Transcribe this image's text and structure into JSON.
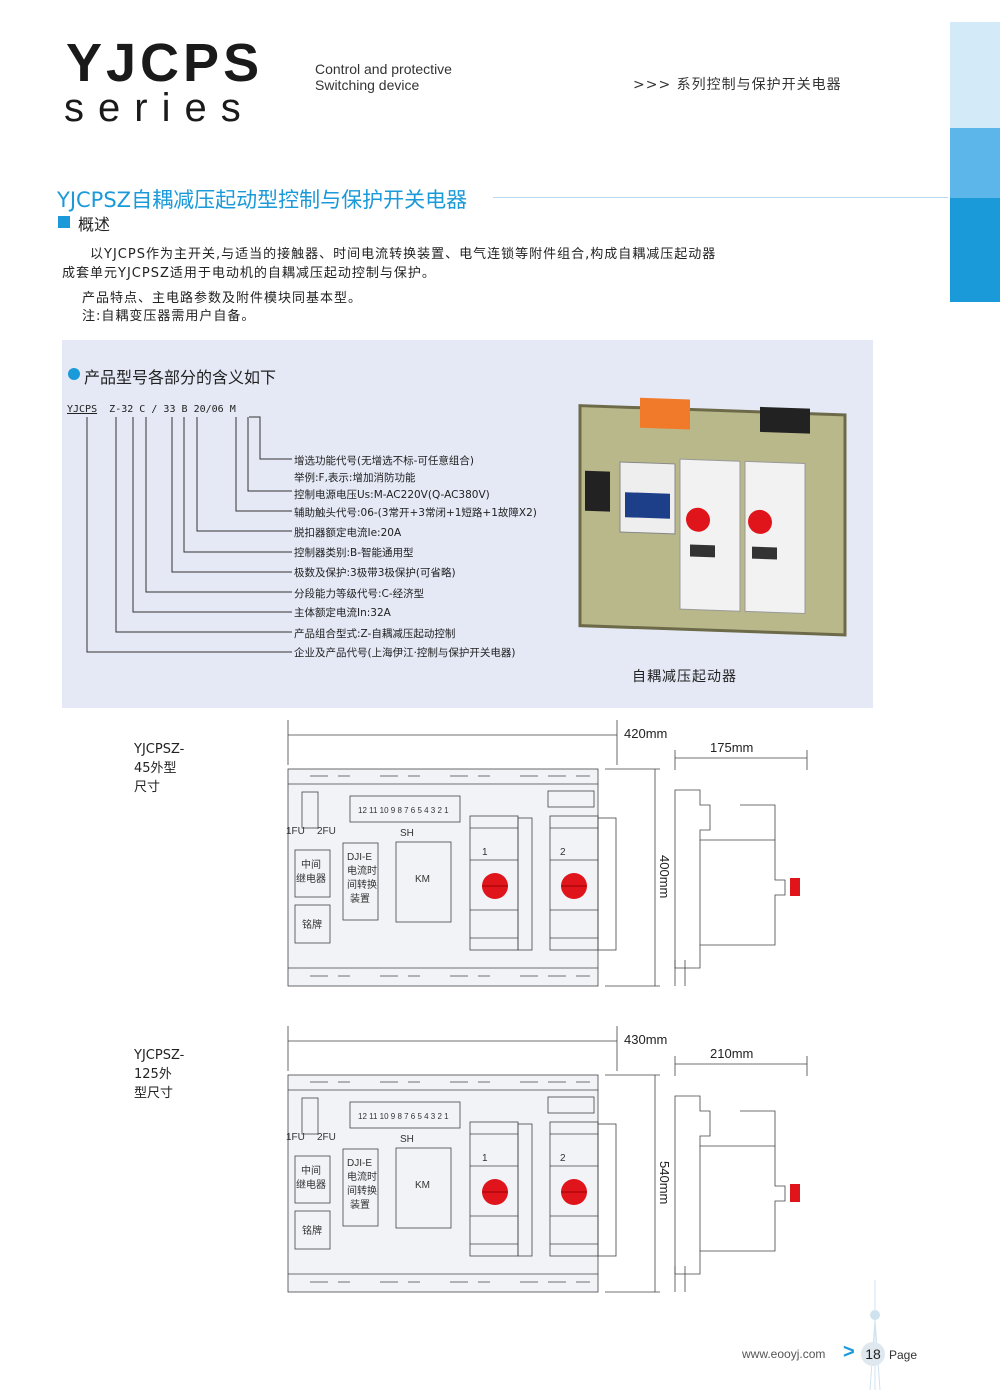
{
  "header": {
    "brand": "YJCPS",
    "series": "series",
    "tagline": "Control and protective Switching device",
    "category": ">>> 系列控制与保护开关电器"
  },
  "section": {
    "title": "YJCPSZ自耦减压起动型控制与保护开关电器",
    "overview_heading": "概述",
    "paragraphs": [
      "以YJCPS作为主开关,与适当的接触器、时间电流转换装置、电气连锁等附件组合,构成自耦减压起动器",
      "成套单元YJCPSZ适用于电动机的自耦减压起动控制与保护。",
      "产品特点、主电路参数及附件模块同基本型。",
      "注:自耦变压器需用户自备。"
    ]
  },
  "model": {
    "heading": "产品型号各部分的含义如下",
    "code_parts": [
      "YJCPS",
      "Z",
      "-",
      "32",
      "C",
      "/",
      "33",
      "B",
      "20",
      "/",
      "06",
      "M",
      ""
    ],
    "explanations": [
      "增选功能代号(无增选不标-可任意组合)",
      "举例:F,表示:增加消防功能",
      "控制电源电压Us:M-AC220V(Q-AC380V)",
      "辅助触头代号:06-(3常开+3常闭+1短路+1故障X2)",
      "脱扣器额定电流Ie:20A",
      "控制器类别:B-智能通用型",
      "极数及保护:3极带3极保护(可省略)",
      "分段能力等级代号:C-经济型",
      "主体额定电流In:32A",
      "产品组合型式:Z-自耦减压起动控制",
      "企业及产品代号(上海伊江·控制与保护开关电器)"
    ],
    "photo_caption": "自耦减压起动器"
  },
  "drawings": [
    {
      "label": "YJCPSZ-45外型尺寸",
      "width": "420mm",
      "height": "400mm",
      "depth": "175mm"
    },
    {
      "label": "YJCPSZ-125外型尺寸",
      "width": "430mm",
      "height": "540mm",
      "depth": "210mm"
    }
  ],
  "drawing_parts": {
    "fu1": "1FU",
    "fu2": "2FU",
    "sh": "SH",
    "terminals": "12 11 10 9 8 7 6 5 4 3 2 1",
    "relay": [
      "中间",
      "继电器"
    ],
    "nameplate": "铭牌",
    "dji": [
      "DJI-E",
      "电流时",
      "间转换",
      "装置"
    ],
    "km": "KM",
    "sw1": "1",
    "sw2": "2"
  },
  "footer": {
    "url": "www.eooyj.com",
    "arrow": ">",
    "page_number": "18",
    "page_label": "Page"
  },
  "colors": {
    "accent": "#1a9ad9",
    "panel": "#e4e9f5",
    "knob": "#e0151b"
  }
}
